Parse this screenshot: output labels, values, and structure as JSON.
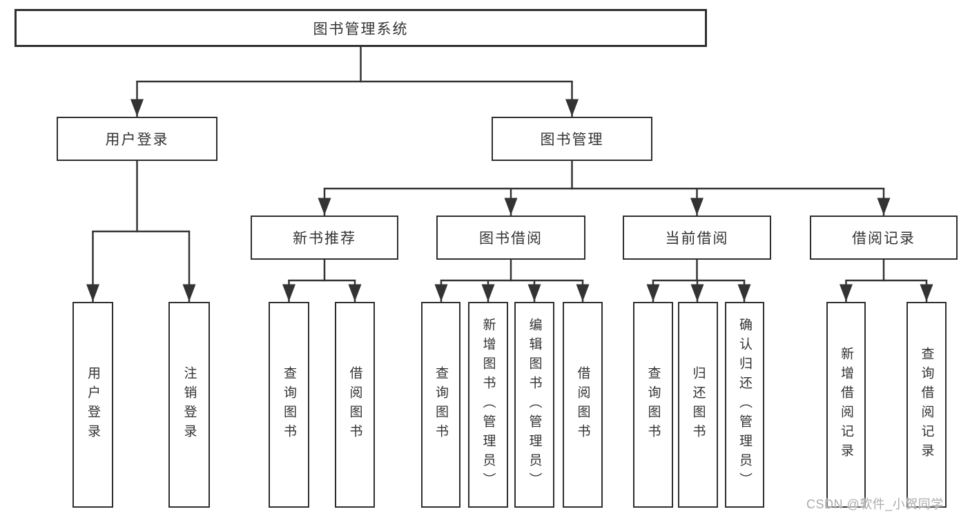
{
  "tree": {
    "label": "图书管理系统",
    "children": [
      {
        "label": "用户登录",
        "children": [
          {
            "label": "用户登录"
          },
          {
            "label": "注销登录"
          }
        ]
      },
      {
        "label": "图书管理",
        "children": [
          {
            "label": "新书推荐",
            "children": [
              {
                "label": "查询图书"
              },
              {
                "label": "借阅图书"
              }
            ]
          },
          {
            "label": "图书借阅",
            "children": [
              {
                "label": "查询图书"
              },
              {
                "label": "新增图书（管理员）"
              },
              {
                "label": "编辑图书（管理员）"
              },
              {
                "label": "借阅图书"
              }
            ]
          },
          {
            "label": "当前借阅",
            "children": [
              {
                "label": "查询图书"
              },
              {
                "label": "归还图书"
              },
              {
                "label": "确认归还（管理员）"
              }
            ]
          },
          {
            "label": "借阅记录",
            "children": [
              {
                "label": "新增借阅记录"
              },
              {
                "label": "查询借阅记录"
              }
            ]
          }
        ]
      }
    ]
  },
  "watermark": {
    "text": "CSDN @软件_小贺同学"
  },
  "colors": {
    "line": "#333333",
    "box-border": "#2e2e2e",
    "text": "#333333",
    "watermark": "#ababab"
  }
}
